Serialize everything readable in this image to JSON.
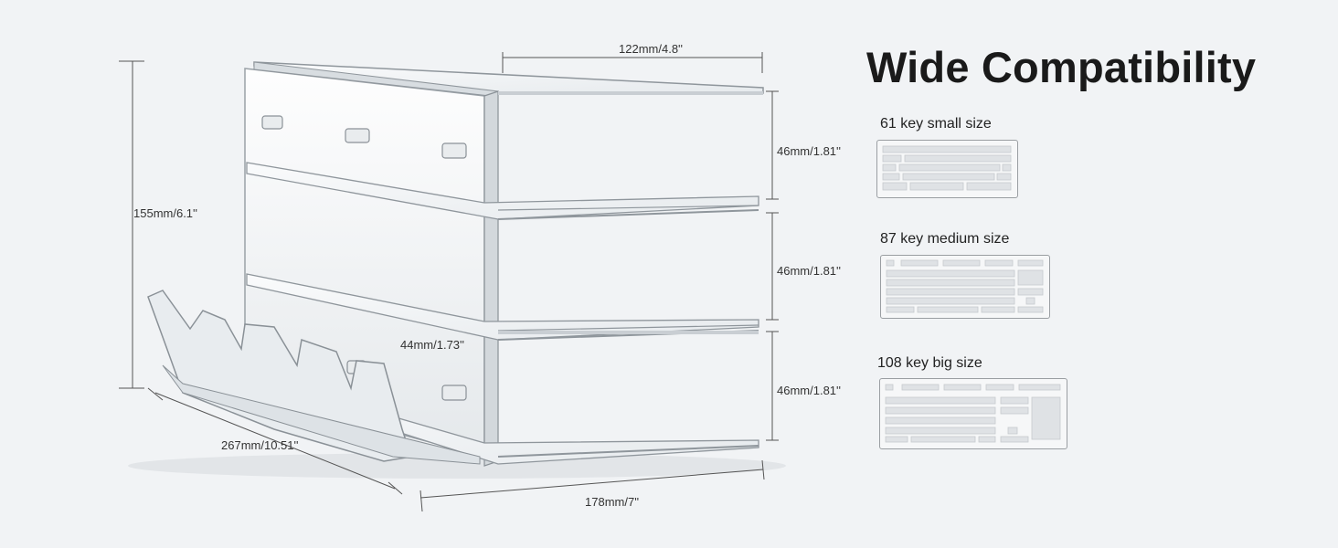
{
  "heading": "Wide Compatibility",
  "dimensions": {
    "total_height": "155mm/6.1''",
    "top_width": "122mm",
    "top_width_in": "/4.8''",
    "tier1_height": "46mm/1.81''",
    "tier2_height": "46mm/1.81''",
    "tier3_height": "46mm/1.81''",
    "inner_gap": "44mm",
    "inner_gap_in": "/1.73''",
    "depth": "267mm",
    "depth_in": "/10.51''",
    "bottom_width": "178mm/7''"
  },
  "keyboards": [
    {
      "label": "61 key small size",
      "icon": "keyboard-61-icon"
    },
    {
      "label": "87 key medium size",
      "icon": "keyboard-87-icon"
    },
    {
      "label": "108 key big size",
      "icon": "keyboard-108-icon"
    }
  ],
  "colors": {
    "background": "#f1f3f5",
    "acrylic_edge": "#8f969c",
    "dimension_line": "#555555"
  }
}
